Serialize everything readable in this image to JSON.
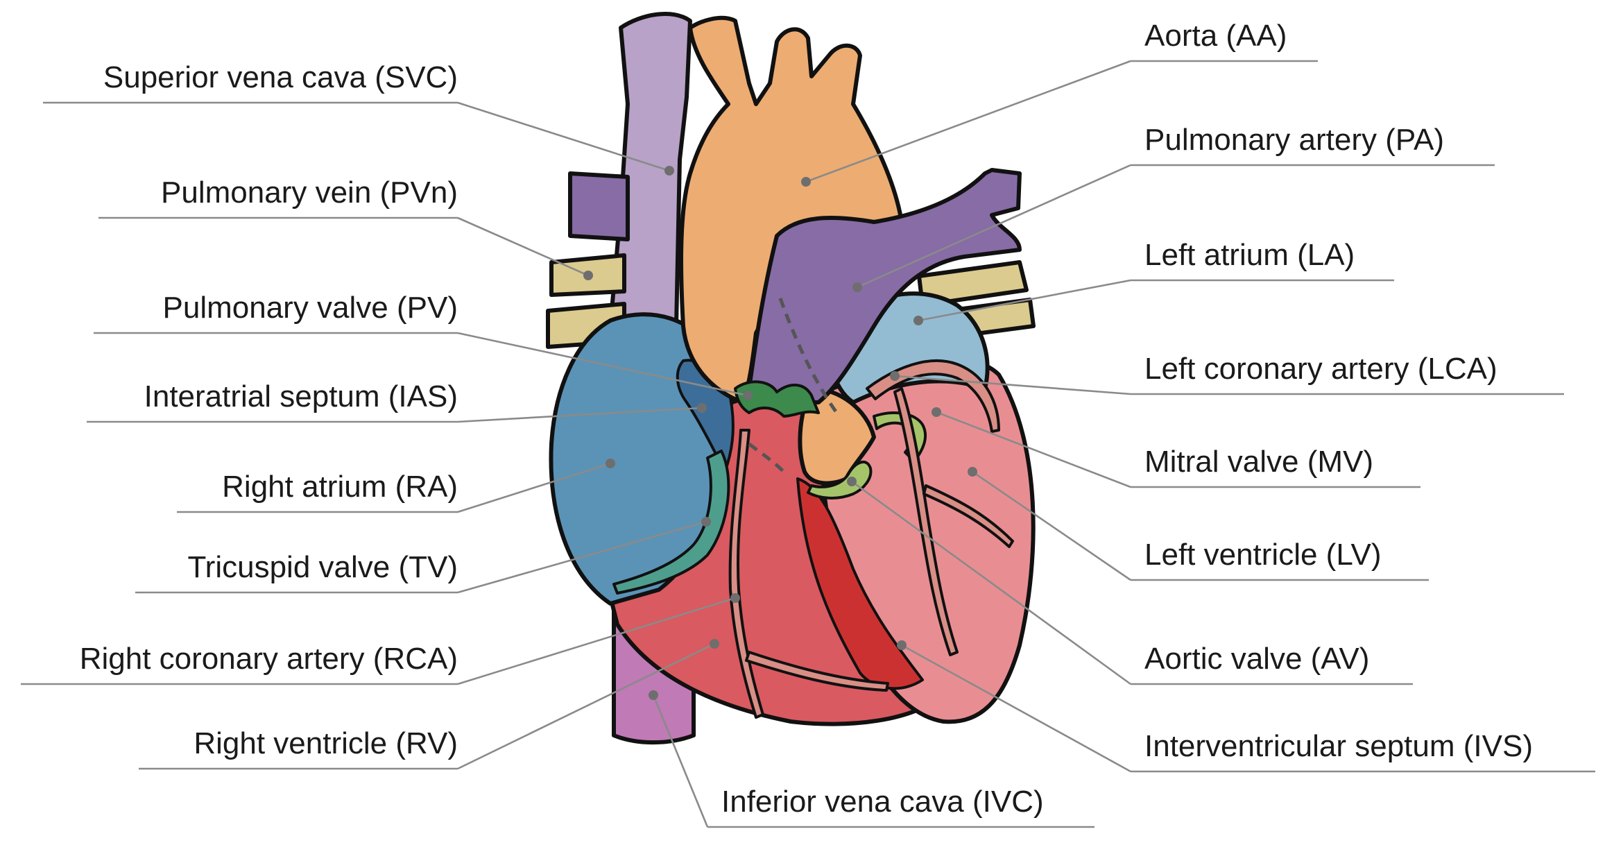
{
  "diagram": {
    "colors": {
      "svc": "#b8a2c8",
      "aorta": "#edac72",
      "pulmonary_artery": "#876ca6",
      "pulmonary_vein": "#dccb8e",
      "left_atrium": "#93bcd2",
      "right_atrium": "#5b93b7",
      "right_ventricle": "#d95a60",
      "left_ventricle": "#e88e92",
      "septum": "#cc3131",
      "ivc": "#c07ab6",
      "valve_green": "#3c8a4c",
      "coronary": "#d98e86"
    },
    "labels": [
      {
        "id": "svc",
        "text": "Superior vena cava (SVC)"
      },
      {
        "id": "pvn",
        "text": "Pulmonary vein (PVn)"
      },
      {
        "id": "pv",
        "text": "Pulmonary valve (PV)"
      },
      {
        "id": "ias",
        "text": "Interatrial septum (IAS)"
      },
      {
        "id": "ra",
        "text": "Right atrium (RA)"
      },
      {
        "id": "tv",
        "text": "Tricuspid valve (TV)"
      },
      {
        "id": "rca",
        "text": "Right coronary artery (RCA)"
      },
      {
        "id": "rv",
        "text": "Right ventricle (RV)"
      },
      {
        "id": "ivc",
        "text": "Inferior vena cava (IVC)"
      },
      {
        "id": "aa",
        "text": "Aorta (AA)"
      },
      {
        "id": "pa",
        "text": "Pulmonary artery (PA)"
      },
      {
        "id": "la",
        "text": "Left atrium (LA)"
      },
      {
        "id": "lca",
        "text": "Left coronary artery (LCA)"
      },
      {
        "id": "mv",
        "text": "Mitral valve (MV)"
      },
      {
        "id": "lv",
        "text": "Left ventricle (LV)"
      },
      {
        "id": "av",
        "text": "Aortic valve (AV)"
      },
      {
        "id": "ivs",
        "text": "Interventricular septum (IVS)"
      }
    ]
  }
}
